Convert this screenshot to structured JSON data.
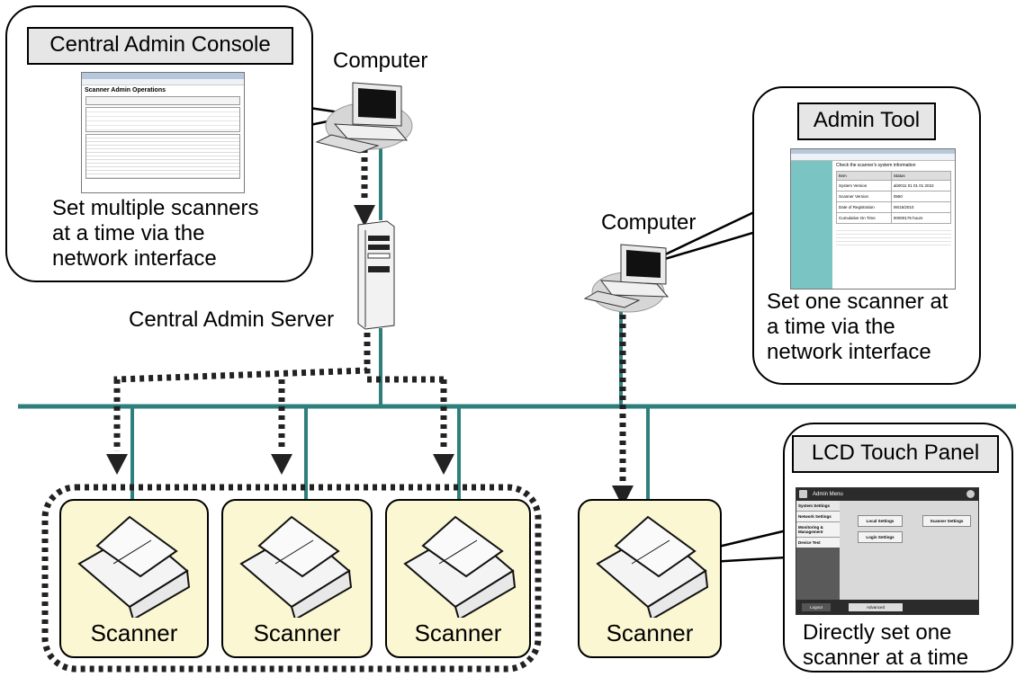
{
  "central_console": {
    "title": "Central Admin Console",
    "caption_lines": [
      "Set multiple scanners",
      "at a time via the",
      "network interface"
    ],
    "screen": {
      "heading": "Scanner Admin Operations"
    }
  },
  "admin_tool": {
    "title": "Admin Tool",
    "caption_lines": [
      "Set one scanner at",
      "a time via the",
      "network interface"
    ],
    "screen": {
      "heading": "Check the scanner's system information",
      "header_left": "Item",
      "header_right": "Status",
      "rows": [
        {
          "item": "System Version",
          "status": "ab0011 01 01 01 2022"
        },
        {
          "item": "Scanner Version",
          "status": "0550"
        },
        {
          "item": "Date of Registration",
          "status": "06/15/2010"
        },
        {
          "item": "Cumulative On Time",
          "status": "00000175 hours"
        }
      ]
    }
  },
  "lcd_panel": {
    "title": "LCD Touch Panel",
    "caption_lines": [
      "Directly set one",
      "scanner at a time"
    ],
    "screen": {
      "menu_title": "Admin Menu",
      "side_items": [
        "System Settings",
        "Network Settings",
        "Monitoring & Management",
        "Device Test"
      ],
      "buttons": [
        "Local Settings",
        "Scanner Settings",
        "Login Settings"
      ],
      "logout": "Logout",
      "advanced": "Advanced"
    }
  },
  "labels": {
    "computer_left": "Computer",
    "computer_right": "Computer",
    "server": "Central Admin Server",
    "scanners": [
      "Scanner",
      "Scanner",
      "Scanner",
      "Scanner"
    ]
  },
  "colors": {
    "network_line": "#2e7f7b",
    "scanner_fill": "#fbf7d2",
    "title_fill": "#e6e6e6",
    "lcd_dark": "#2b2b2b",
    "admin_tool_side": "#7bc4c4"
  }
}
